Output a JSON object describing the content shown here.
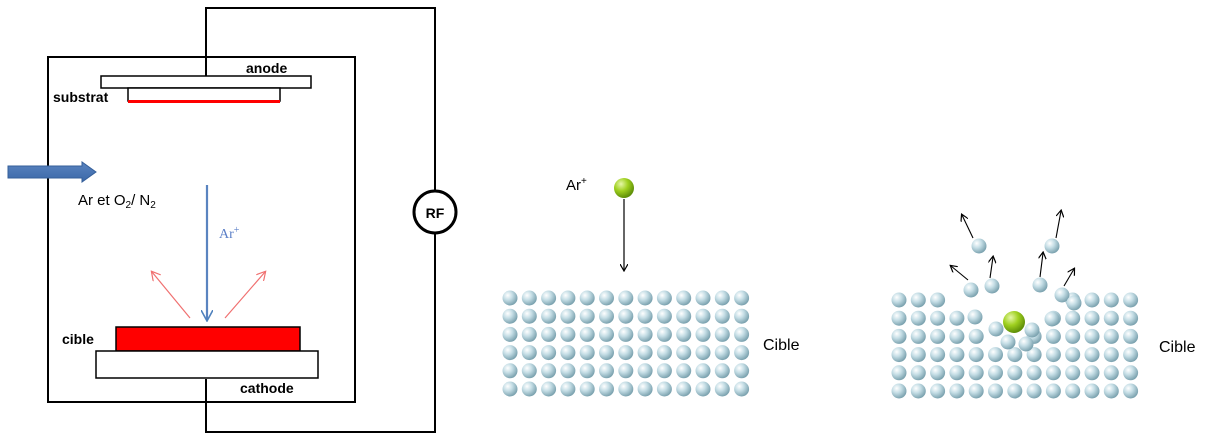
{
  "reactor": {
    "anode_label": "anode",
    "substrate_label": "substrat",
    "gas_label_main": "Ar et O",
    "gas_label_sub1": "2",
    "gas_label_mid": "/ N",
    "gas_label_sub2": "2",
    "ion_label_main": "Ar",
    "ion_label_sup": "+",
    "rf_label": "RF",
    "target_label": "cible",
    "cathode_label": "cathode"
  },
  "incident_panel": {
    "ion_label_main": "Ar",
    "ion_label_sup": "+",
    "target_label": "Cible"
  },
  "ejection_panel": {
    "target_label": "Cible"
  },
  "colors": {
    "target_red": "#ff0000",
    "arrow_blue": "#4f81bd",
    "ion_blue": "#6f8fd0",
    "ion_green": "#8fc71a",
    "atom_blue": "#a9ccd8",
    "ejected_arrow_red": "#f08080"
  }
}
